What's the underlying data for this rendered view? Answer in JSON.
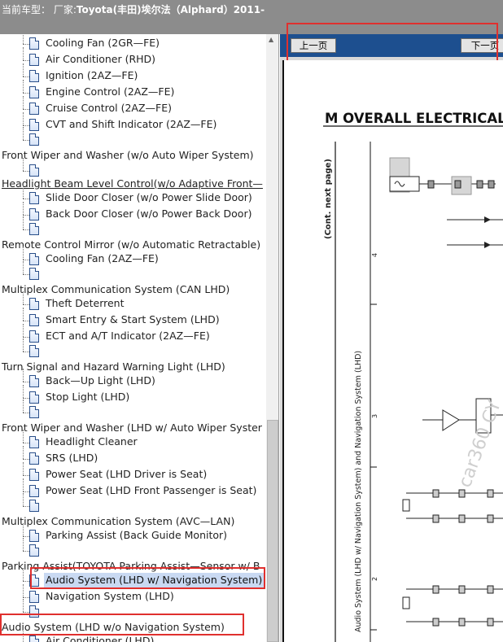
{
  "window": {
    "title_prefix": "当前车型：  厂家:",
    "title_model": "Toyota(丰田)埃尔法（Alphard）2011-"
  },
  "tree": {
    "items": [
      {
        "label": "Cooling Fan (2GR—FE)",
        "level": "child"
      },
      {
        "label": "Air Conditioner (RHD)",
        "level": "child"
      },
      {
        "label": "Ignition (2AZ—FE)",
        "level": "child"
      },
      {
        "label": "Engine Control (2AZ—FE)",
        "level": "child"
      },
      {
        "label": "Cruise Control (2AZ—FE)",
        "level": "child"
      },
      {
        "label": "CVT and Shift Indicator (2AZ—FE)",
        "level": "child"
      },
      {
        "label": "",
        "level": "child"
      },
      {
        "label": "Front Wiper and Washer (w/o Auto Wiper System)",
        "level": "top"
      },
      {
        "label": "",
        "level": "child"
      },
      {
        "label": "Headlight Beam Level Control(w/o Adaptive Front—",
        "level": "top"
      },
      {
        "label": "Slide Door Closer (w/o Power Slide Door)",
        "level": "child"
      },
      {
        "label": "Back Door Closer (w/o Power Back Door)",
        "level": "child"
      },
      {
        "label": "",
        "level": "child"
      },
      {
        "label": "Remote Control Mirror (w/o Automatic Retractable)",
        "level": "top"
      },
      {
        "label": "Cooling Fan (2AZ—FE)",
        "level": "child"
      },
      {
        "label": "",
        "level": "child"
      },
      {
        "label": "Multiplex Communication System (CAN LHD)",
        "level": "top"
      },
      {
        "label": "Theft Deterrent",
        "level": "child"
      },
      {
        "label": "Smart Entry & Start System (LHD)",
        "level": "child"
      },
      {
        "label": "ECT and A/T Indicator (2AZ—FE)",
        "level": "child"
      },
      {
        "label": "",
        "level": "child"
      },
      {
        "label": "Turn Signal and Hazard Warning Light (LHD)",
        "level": "top"
      },
      {
        "label": "Back—Up Light (LHD)",
        "level": "child"
      },
      {
        "label": "Stop Light (LHD)",
        "level": "child"
      },
      {
        "label": "",
        "level": "child"
      },
      {
        "label": "Front Wiper and Washer (LHD w/ Auto Wiper Syster",
        "level": "top"
      },
      {
        "label": "Headlight Cleaner",
        "level": "child"
      },
      {
        "label": "SRS (LHD)",
        "level": "child"
      },
      {
        "label": "Power Seat (LHD Driver is Seat)",
        "level": "child"
      },
      {
        "label": "Power Seat (LHD Front Passenger is Seat)",
        "level": "child"
      },
      {
        "label": "",
        "level": "child"
      },
      {
        "label": "Multiplex Communication System (AVC—LAN)",
        "level": "top"
      },
      {
        "label": "Parking Assist (Back Guide Monitor)",
        "level": "child"
      },
      {
        "label": "",
        "level": "child"
      },
      {
        "label": "Parking Assist(TOYOTA Parking Assist—Sensor w/ B",
        "level": "top"
      },
      {
        "label": "Audio System (LHD w/ Navigation System)",
        "level": "child",
        "selected": true
      },
      {
        "label": "Navigation System (LHD)",
        "level": "child"
      },
      {
        "label": "",
        "level": "child"
      },
      {
        "label": "Audio System (LHD w/o Navigation System)",
        "level": "top"
      },
      {
        "label": "Air Conditioner (LHD)",
        "level": "child"
      }
    ]
  },
  "viewer": {
    "prev_label": "上一页",
    "next_label": "下一页",
    "page_title": "M   OVERALL ELECTRICAL",
    "cont_label": "(Cont. next page)",
    "system_label": "Audio System (LHD w/ Navigation System) and Navigation System (LHD)",
    "grid_numbers": [
      "4",
      "3",
      "2"
    ],
    "watermark": "car360 CY"
  },
  "colors": {
    "titlebar": "#8c8c8c",
    "navbar": "#1d4f8f",
    "selection": "#c9d9f2",
    "highlight_box": "#e0302e"
  }
}
